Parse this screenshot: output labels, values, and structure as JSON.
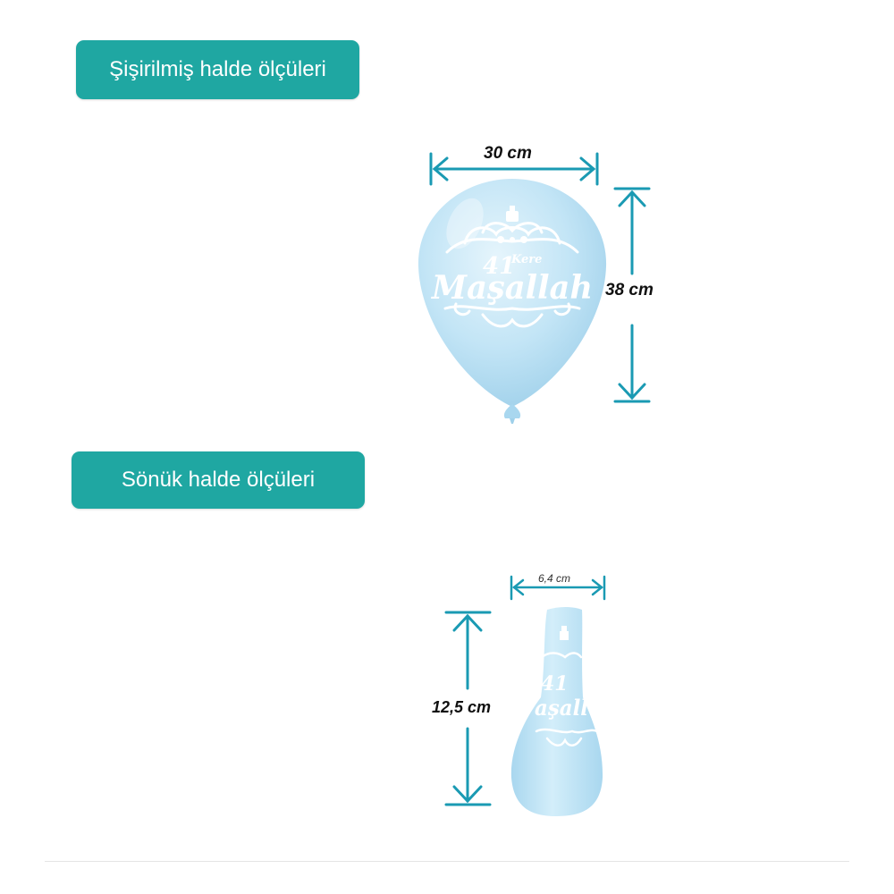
{
  "sections": {
    "inflated": {
      "title": "Şişirilmiş halde ölçüleri",
      "width_label": "30 cm",
      "height_label": "38 cm"
    },
    "deflated": {
      "title": "Sönük halde ölçüleri",
      "width_label": "6,4 cm",
      "height_label": "12,5 cm"
    }
  },
  "balloon_print": {
    "line1": "41",
    "superscript": "Kere",
    "line2": "Maşallah"
  },
  "colors": {
    "accent": "#1fa7a2",
    "arrow": "#1a9ab3",
    "balloon": "#bfe3f5",
    "balloon_dark": "#9fd0ea",
    "text": "#111111"
  },
  "icons": {
    "balloon_inflated": "balloon-icon",
    "balloon_deflated": "balloon-icon",
    "dimension_arrows": "double-arrow-icon"
  }
}
